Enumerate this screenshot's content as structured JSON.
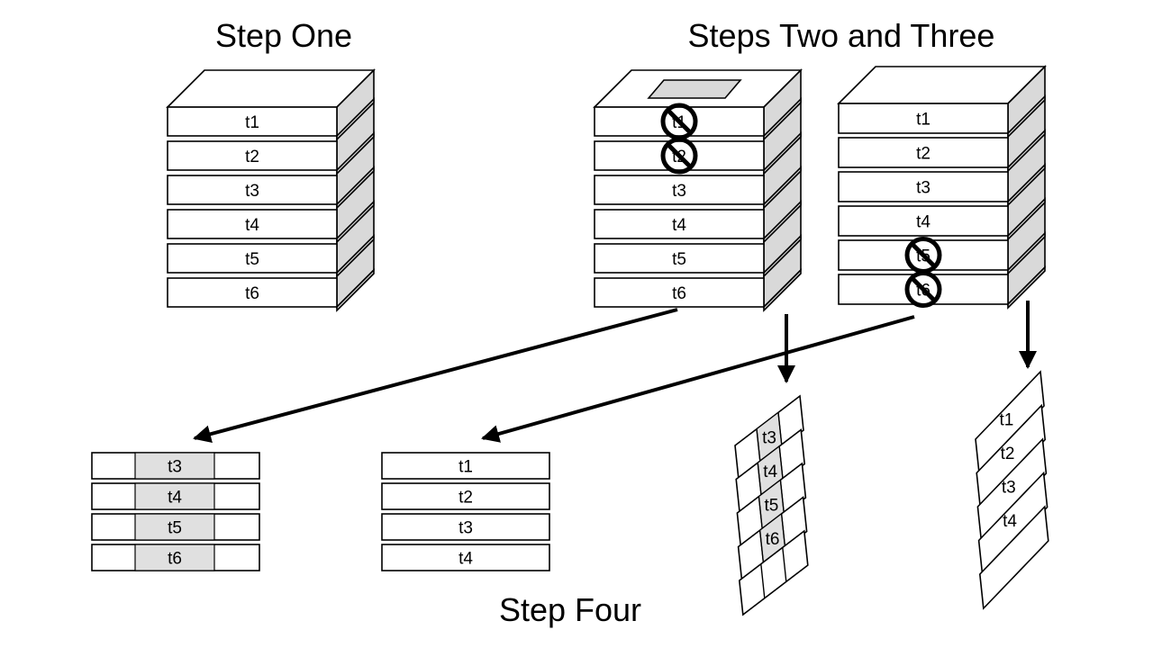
{
  "headings": {
    "step_one": "Step One",
    "steps_two_three": "Steps Two and Three",
    "step_four": "Step Four"
  },
  "stack_a": {
    "labels": [
      "t1",
      "t2",
      "t3",
      "t4",
      "t5",
      "t6"
    ]
  },
  "stack_b": {
    "labels": [
      "t1",
      "t2",
      "t3",
      "t4",
      "t5",
      "t6"
    ],
    "crossed": [
      0,
      1
    ]
  },
  "stack_c": {
    "labels": [
      "t1",
      "t2",
      "t3",
      "t4",
      "t5",
      "t6"
    ],
    "crossed": [
      4,
      5
    ]
  },
  "result_a": {
    "labels": [
      "t3",
      "t4",
      "t5",
      "t6"
    ]
  },
  "result_b": {
    "labels": [
      "t1",
      "t2",
      "t3",
      "t4"
    ]
  },
  "result_c": {
    "labels": [
      "t3",
      "t4",
      "t5",
      "t6"
    ]
  },
  "result_d": {
    "labels": [
      "t1",
      "t2",
      "t3",
      "t4"
    ]
  },
  "colors": {
    "shade": "#d9d9d9",
    "highlight": "#e0e0e0",
    "stroke": "#000000"
  }
}
